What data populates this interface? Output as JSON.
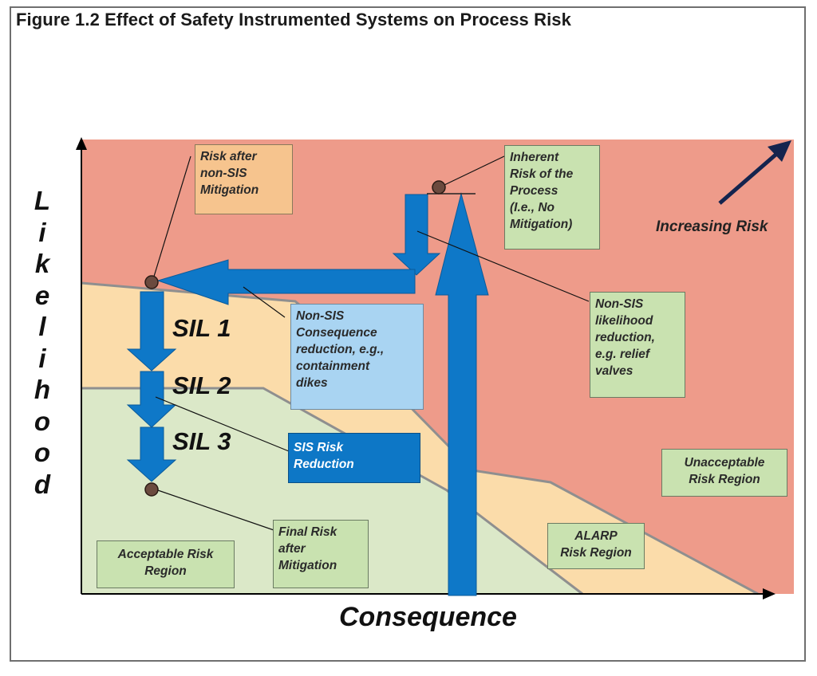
{
  "figure_title": "Figure 1.2  Effect of Safety Instrumented Systems on Process Risk",
  "axes": {
    "y_label_letters": [
      "L",
      "i",
      "k",
      "e",
      "l",
      "i",
      "h",
      "o",
      "o",
      "d"
    ],
    "x_label": "Consequence"
  },
  "arrow_label": "Increasing Risk",
  "sil_labels": [
    "SIL 1",
    "SIL 2",
    "SIL 3"
  ],
  "regions": {
    "unacceptable": [
      "Unacceptable",
      "Risk Region"
    ],
    "alarp": [
      "ALARP",
      "Risk Region"
    ],
    "acceptable": [
      "Acceptable Risk",
      "Region"
    ]
  },
  "callouts": {
    "risk_after_non_sis": [
      "Risk after",
      "non-SIS",
      "Mitigation"
    ],
    "inherent_risk": [
      "Inherent",
      "Risk of the",
      "Process",
      "(I.e., No",
      "Mitigation)"
    ],
    "non_sis_consequence": [
      "Non-SIS",
      "Consequence",
      "reduction, e.g.,",
      "containment",
      "dikes"
    ],
    "non_sis_likelihood": [
      "Non-SIS",
      "likelihood",
      "reduction,",
      "e.g. relief",
      "valves"
    ],
    "sis_risk_reduction": [
      "SIS Risk",
      "Reduction"
    ],
    "final_risk": [
      "Final Risk",
      "after",
      "Mitigation"
    ]
  },
  "colors": {
    "unacceptable_fill": "#ee9b8a",
    "alarp_fill": "#fbdcaa",
    "acceptable_fill": "#dbe8c8",
    "arrow_blue": "#0e78c8",
    "marker": "#6b4a3e"
  }
}
